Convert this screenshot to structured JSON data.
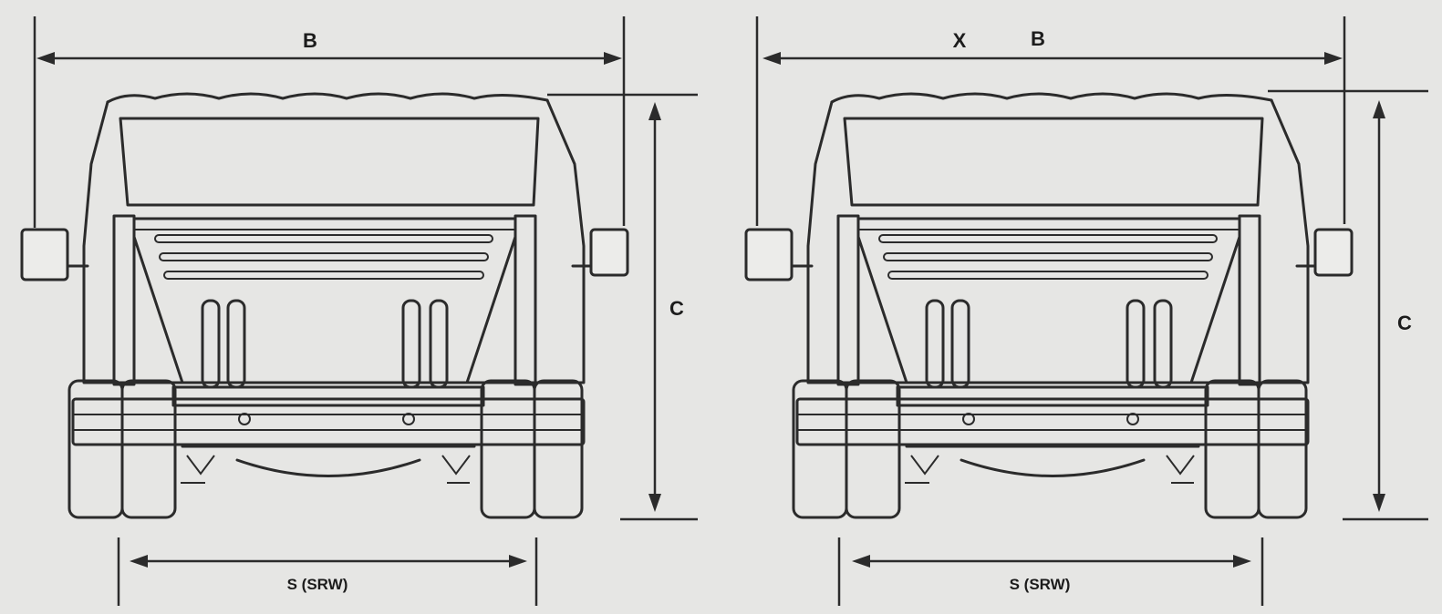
{
  "diagrams": [
    {
      "width_label": "B",
      "width_prefix": "",
      "height_label": "C",
      "track_label": "S (SRW)"
    },
    {
      "width_label": "B",
      "width_prefix": "X",
      "height_label": "C",
      "track_label": "S (SRW)"
    }
  ],
  "colors": {
    "background": "#e6e6e4",
    "ink": "#2b2b2b"
  }
}
